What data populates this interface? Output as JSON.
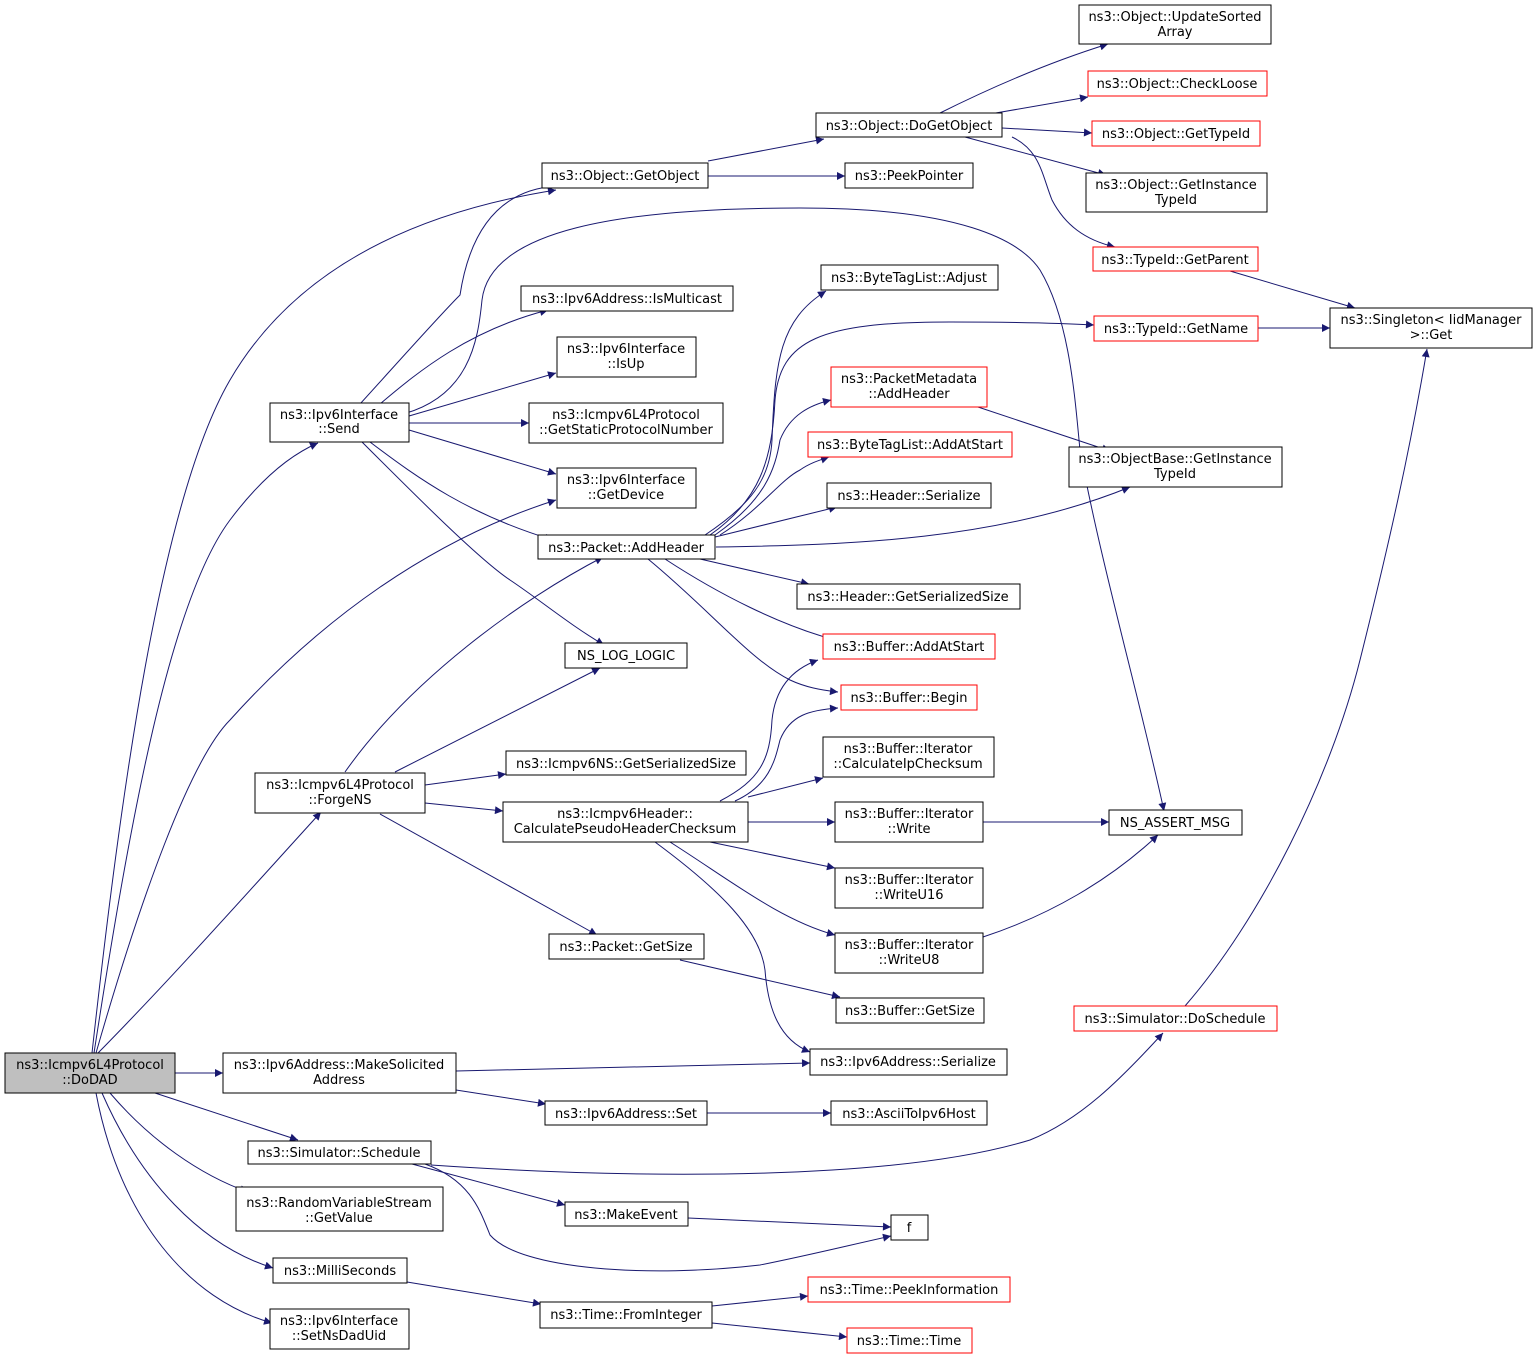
{
  "colors": {
    "edge": "#191970",
    "box_border": "#000000",
    "truncated_border": "#ff0000",
    "root_fill": "#bfbfbf"
  },
  "nodes": {
    "root": {
      "lines": [
        "ns3::Icmpv6L4Protocol",
        "::DoDAD"
      ]
    },
    "send": {
      "lines": [
        "ns3::Ipv6Interface",
        "::Send"
      ]
    },
    "forgens": {
      "lines": [
        "ns3::Icmpv6L4Protocol",
        "::ForgeNS"
      ]
    },
    "makesol": {
      "lines": [
        "ns3::Ipv6Address::MakeSolicited",
        "Address"
      ]
    },
    "simsched": {
      "lines": [
        "ns3::Simulator::Schedule"
      ]
    },
    "rvs": {
      "lines": [
        "ns3::RandomVariableStream",
        "::GetValue"
      ]
    },
    "milli": {
      "lines": [
        "ns3::MilliSeconds"
      ]
    },
    "setnsdad": {
      "lines": [
        "ns3::Ipv6Interface",
        "::SetNsDadUid"
      ]
    },
    "getobj": {
      "lines": [
        "ns3::Object::GetObject"
      ]
    },
    "ismc": {
      "lines": [
        "ns3::Ipv6Address::IsMulticast"
      ]
    },
    "isup": {
      "lines": [
        "ns3::Ipv6Interface",
        "::IsUp"
      ]
    },
    "gspn": {
      "lines": [
        "ns3::Icmpv6L4Protocol",
        "::GetStaticProtocolNumber"
      ]
    },
    "getdev": {
      "lines": [
        "ns3::Ipv6Interface",
        "::GetDevice"
      ]
    },
    "addhdr": {
      "lines": [
        "ns3::Packet::AddHeader"
      ]
    },
    "nslog": {
      "lines": [
        "NS_LOG_LOGIC"
      ]
    },
    "nsgss": {
      "lines": [
        "ns3::Icmpv6NS::GetSerializedSize"
      ]
    },
    "cphc": {
      "lines": [
        "ns3::Icmpv6Header::",
        "CalculatePseudoHeaderChecksum"
      ]
    },
    "pgetsize": {
      "lines": [
        "ns3::Packet::GetSize"
      ]
    },
    "ipv6ser": {
      "lines": [
        "ns3::Ipv6Address::Serialize"
      ]
    },
    "ipv6set": {
      "lines": [
        "ns3::Ipv6Address::Set"
      ]
    },
    "ascii": {
      "lines": [
        "ns3::AsciiToIpv6Host"
      ]
    },
    "mkevent": {
      "lines": [
        "ns3::MakeEvent"
      ]
    },
    "f": {
      "lines": [
        "f"
      ]
    },
    "frominteger": {
      "lines": [
        "ns3::Time::FromInteger"
      ]
    },
    "peekinfo": {
      "lines": [
        "ns3::Time::PeekInformation"
      ]
    },
    "timetime": {
      "lines": [
        "ns3::Time::Time"
      ]
    },
    "dogetobj": {
      "lines": [
        "ns3::Object::DoGetObject"
      ]
    },
    "peekptr": {
      "lines": [
        "ns3::PeekPointer"
      ]
    },
    "btladj": {
      "lines": [
        "ns3::ByteTagList::Adjust"
      ]
    },
    "pmah": {
      "lines": [
        "ns3::PacketMetadata",
        "::AddHeader"
      ]
    },
    "btlaas": {
      "lines": [
        "ns3::ByteTagList::AddAtStart"
      ]
    },
    "hser": {
      "lines": [
        "ns3::Header::Serialize"
      ]
    },
    "hgss": {
      "lines": [
        "ns3::Header::GetSerializedSize"
      ]
    },
    "bufaas": {
      "lines": [
        "ns3::Buffer::AddAtStart"
      ]
    },
    "bufbegin": {
      "lines": [
        "ns3::Buffer::Begin"
      ]
    },
    "calcip": {
      "lines": [
        "ns3::Buffer::Iterator",
        "::CalculateIpChecksum"
      ]
    },
    "write": {
      "lines": [
        "ns3::Buffer::Iterator",
        "::Write"
      ]
    },
    "writeu16": {
      "lines": [
        "ns3::Buffer::Iterator",
        "::WriteU16"
      ]
    },
    "writeu8": {
      "lines": [
        "ns3::Buffer::Iterator",
        "::WriteU8"
      ]
    },
    "bufgetsize": {
      "lines": [
        "ns3::Buffer::GetSize"
      ]
    },
    "upsorted": {
      "lines": [
        "ns3::Object::UpdateSorted",
        "Array"
      ]
    },
    "checkloose": {
      "lines": [
        "ns3::Object::CheckLoose"
      ]
    },
    "gettypeid": {
      "lines": [
        "ns3::Object::GetTypeId"
      ]
    },
    "getinsttid": {
      "lines": [
        "ns3::Object::GetInstance",
        "TypeId"
      ]
    },
    "getparent": {
      "lines": [
        "ns3::TypeId::GetParent"
      ]
    },
    "getname": {
      "lines": [
        "ns3::TypeId::GetName"
      ]
    },
    "obgit": {
      "lines": [
        "ns3::ObjectBase::GetInstance",
        "TypeId"
      ]
    },
    "nsassert": {
      "lines": [
        "NS_ASSERT_MSG"
      ]
    },
    "doschedule": {
      "lines": [
        "ns3::Simulator::DoSchedule"
      ]
    },
    "singleton": {
      "lines": [
        "ns3::Singleton< IidManager",
        ">::Get"
      ]
    }
  }
}
